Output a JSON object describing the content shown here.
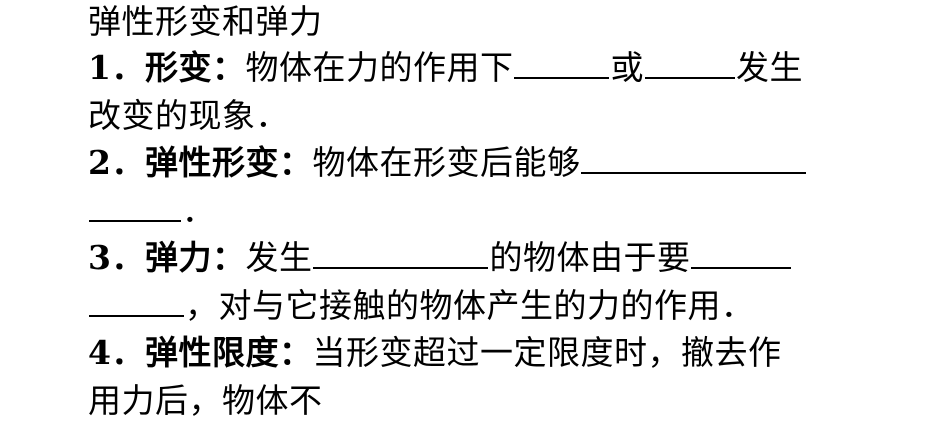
{
  "title": "弹性形变和弹力",
  "items": {
    "i1": {
      "label": "1．形变：",
      "text_a": "物体在力的作用下",
      "text_b": "或",
      "text_c": "发生",
      "text_d": "改变的现象．"
    },
    "i2": {
      "label": "2．弹性形变：",
      "text_a": "物体在形变后能够",
      "text_b": "．"
    },
    "i3": {
      "label": "3．弹力：",
      "text_a": "发生",
      "text_b": "的物体由于要",
      "text_c": "，对与它接触的物体产生的力的作用．"
    },
    "i4": {
      "label": "4．弹性限度：",
      "text_a": "当形变超过一定限度时，撤去作",
      "text_b": "用力后，物体不"
    }
  }
}
